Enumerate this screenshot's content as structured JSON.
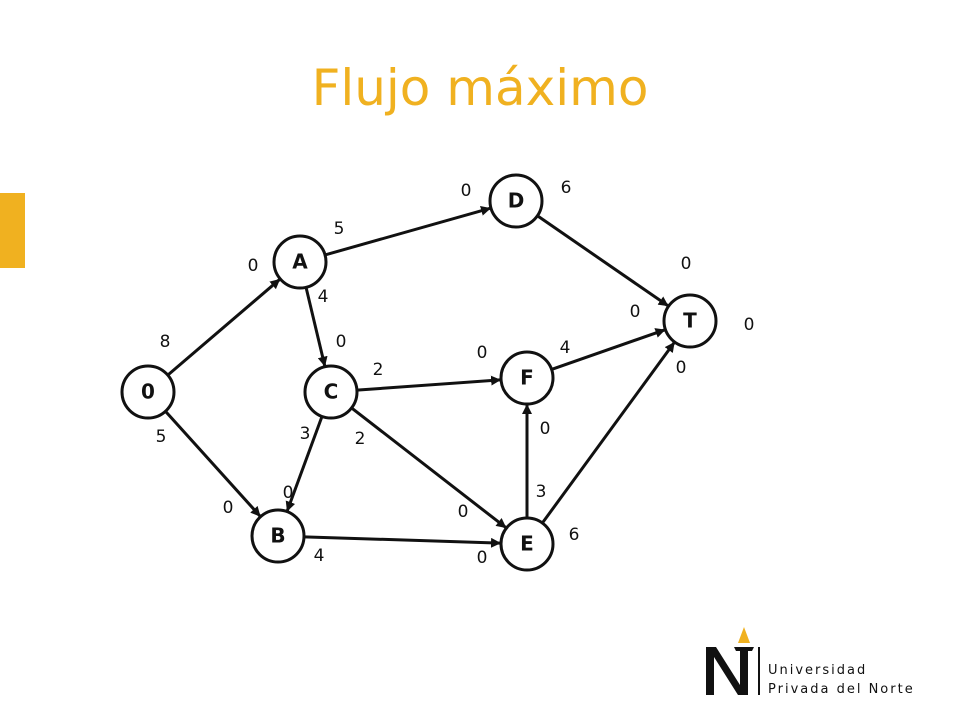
{
  "slide": {
    "title": "Flujo máximo",
    "accent_color": "#f0b120"
  },
  "graph": {
    "nodes": [
      {
        "id": "S",
        "label": "0"
      },
      {
        "id": "A",
        "label": "A"
      },
      {
        "id": "B",
        "label": "B"
      },
      {
        "id": "C",
        "label": "C"
      },
      {
        "id": "D",
        "label": "D"
      },
      {
        "id": "E",
        "label": "E"
      },
      {
        "id": "F",
        "label": "F"
      },
      {
        "id": "T",
        "label": "T"
      }
    ],
    "edges": [
      {
        "from": "S",
        "to": "A",
        "labels": [
          "8",
          "0"
        ]
      },
      {
        "from": "S",
        "to": "B",
        "labels": [
          "5",
          "0"
        ]
      },
      {
        "from": "A",
        "to": "D",
        "labels": [
          "5",
          "0"
        ]
      },
      {
        "from": "A",
        "to": "C",
        "labels": [
          "4",
          "0"
        ]
      },
      {
        "from": "C",
        "to": "F",
        "labels": [
          "2",
          "0"
        ]
      },
      {
        "from": "C",
        "to": "B",
        "labels": [
          "3",
          "0"
        ]
      },
      {
        "from": "C",
        "to": "E",
        "labels": [
          "2",
          "0"
        ]
      },
      {
        "from": "B",
        "to": "E",
        "labels": [
          "4",
          "0"
        ]
      },
      {
        "from": "E",
        "to": "F",
        "labels": [
          "3",
          "0"
        ]
      },
      {
        "from": "F",
        "to": "T",
        "labels": [
          "4",
          "0"
        ]
      },
      {
        "from": "D",
        "to": "T",
        "labels": [
          "6",
          "0"
        ]
      },
      {
        "from": "E",
        "to": "T",
        "labels": [
          "6",
          "0"
        ]
      }
    ],
    "extra_labels": [
      "0"
    ]
  },
  "logo": {
    "line1": "Universidad",
    "line2": "Privada del Norte",
    "color": "#111111",
    "accent": "#f0b120"
  }
}
